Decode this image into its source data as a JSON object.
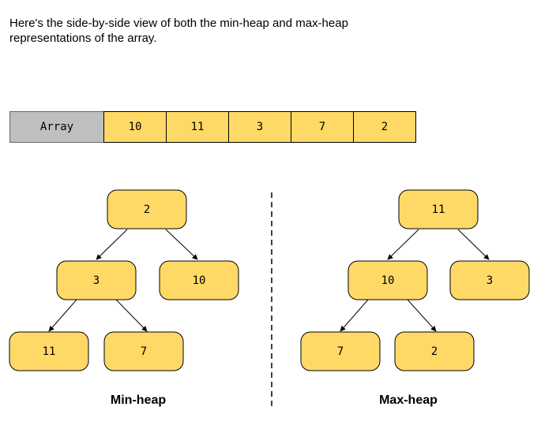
{
  "intro_text": "Here's the side-by-side view of both the min-heap and max-heap representations of the array.",
  "array": {
    "label": "Array",
    "values": [
      "10",
      "11",
      "3",
      "7",
      "2"
    ]
  },
  "min_heap": {
    "caption": "Min-heap",
    "nodes": [
      "2",
      "3",
      "10",
      "11",
      "7"
    ]
  },
  "max_heap": {
    "caption": "Max-heap",
    "nodes": [
      "11",
      "10",
      "3",
      "7",
      "2"
    ]
  },
  "colors": {
    "node_fill": "#ffd966",
    "label_fill": "#bfbfbf",
    "border": "#000000"
  }
}
